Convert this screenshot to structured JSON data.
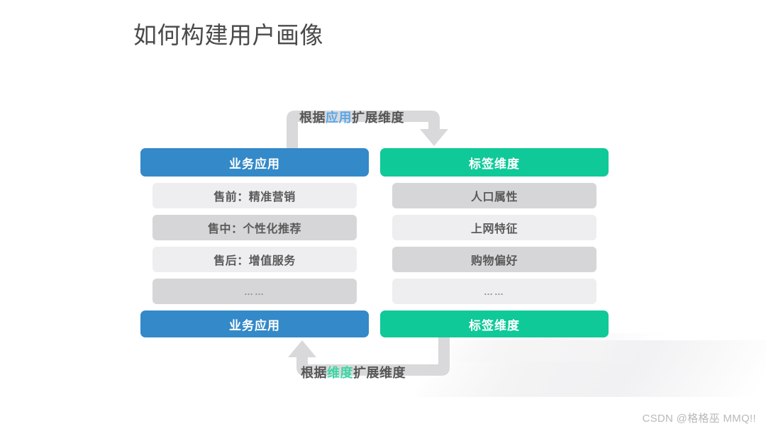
{
  "slide": {
    "title": "如何构建用户画像",
    "background_color": "#ffffff"
  },
  "colors": {
    "blue": "#3489c8",
    "green": "#0fc998",
    "row_light": "#eeeef0",
    "row_dark": "#d6d6d8",
    "arrow_gray": "#d9d9db",
    "title_text": "#4a4a4a",
    "highlight_blue": "#5aa7e8",
    "highlight_green": "#3fd6a4"
  },
  "arrows": {
    "top": {
      "label_prefix": "根据",
      "label_highlight": "应用",
      "label_suffix": "扩展维度",
      "full_text": "根据应用扩展维度",
      "highlight_color": "#5aa7e8",
      "direction": "down-right"
    },
    "bottom": {
      "label_prefix": "根据",
      "label_highlight": "维度",
      "label_suffix": "扩展维度",
      "full_text": "根据维度扩展维度",
      "highlight_color": "#3fd6a4",
      "direction": "up-left"
    }
  },
  "columns": [
    {
      "id": "business-application",
      "header": "业务应用",
      "footer": "业务应用",
      "accent": "#3489c8",
      "rows": [
        {
          "label": "售前：精准营销",
          "shade": "light"
        },
        {
          "label": "售中：个性化推荐",
          "shade": "dark"
        },
        {
          "label": "售后：增值服务",
          "shade": "light"
        },
        {
          "label": "……",
          "shade": "dark"
        }
      ]
    },
    {
      "id": "tag-dimension",
      "header": "标签维度",
      "footer": "标签维度",
      "accent": "#0fc998",
      "rows": [
        {
          "label": "人口属性",
          "shade": "dark"
        },
        {
          "label": "上网特征",
          "shade": "light"
        },
        {
          "label": "购物偏好",
          "shade": "dark"
        },
        {
          "label": "……",
          "shade": "light"
        }
      ]
    }
  ],
  "watermark": "CSDN @格格巫 MMQ!!"
}
